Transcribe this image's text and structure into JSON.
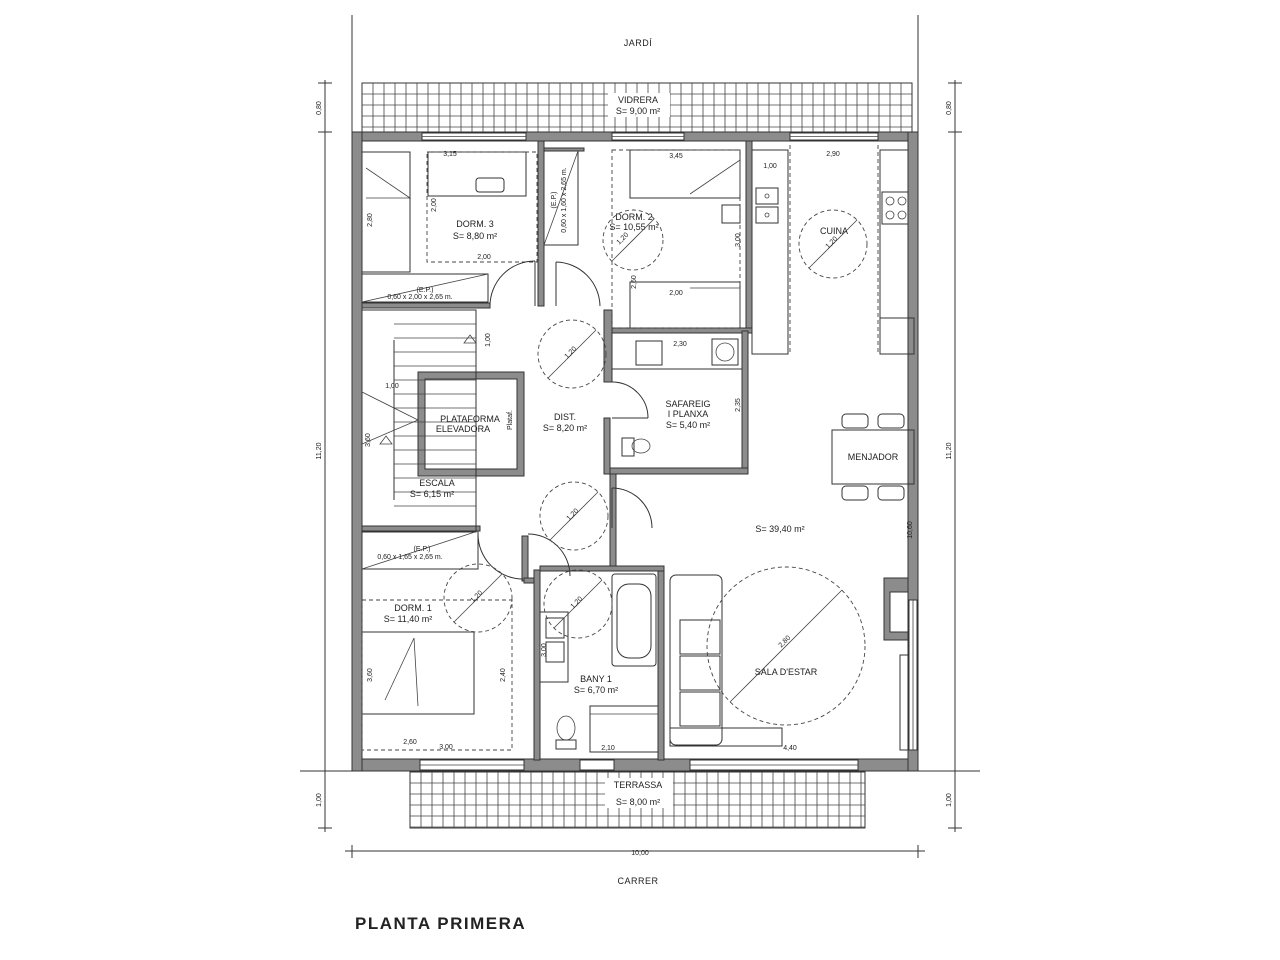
{
  "plan_title": "PLANTA  PRIMERA",
  "exterior": {
    "garden": "JARDÍ",
    "street": "CARRER"
  },
  "spaces": {
    "pergola": {
      "name": "VIDRERA",
      "area": "S= 9,00  m²"
    },
    "terrace": {
      "name": "TERRASSA",
      "area": "S= 8,00  m²"
    },
    "dorm3": {
      "name": "DORM. 3",
      "area": "S= 8,80  m²"
    },
    "dorm2": {
      "name": "DORM. 2",
      "area": "S= 10,55  m²"
    },
    "dorm1": {
      "name": "DORM. 1",
      "area": "S= 11,40  m²"
    },
    "kitchen": {
      "name": "CUINA"
    },
    "dining": {
      "name": "MENJADOR"
    },
    "living_area": {
      "area": "S= 39,40  m²"
    },
    "living": {
      "name": "SALA D'ESTAR"
    },
    "distributor": {
      "name": "DIST.",
      "area": "S= 8,20  m²"
    },
    "laundry": {
      "line1": "SAFAREIG",
      "line2": "I PLANXA",
      "area": "S= 5,40  m²"
    },
    "platform": {
      "line1": "PLATAFORMA",
      "line2": "ELEVADORA"
    },
    "stair": {
      "name": "ESCALA",
      "area": "S= 6,15  m²"
    },
    "bath1": {
      "name": "BANY  1",
      "area": "S= 6,70  m²"
    }
  },
  "wardrobes": {
    "top": {
      "tag": "(E.P.)",
      "size": "0,60 x 2,00 x 2,65 m."
    },
    "dorm2": {
      "tag": "(E.P.)",
      "size": "0,60 x 1,60 x 2,65 m."
    },
    "bottom": {
      "tag": "(E.P.)",
      "size": "0,60 x 1,65 x 2,65 m."
    }
  },
  "platform_side_label": "Plataf.",
  "turning_circles": {
    "d120": "1,20",
    "d280": "2,80"
  },
  "dimensions": {
    "width_total": "10,00",
    "height_total": "11,20",
    "pergola_depth_left": "0,80",
    "pergola_depth_right": "0,80",
    "terrace_depth_left": "1,00",
    "terrace_depth_right": "1,00",
    "d3_width": "3,15",
    "d3_height": "2,80",
    "d3_bed_len": "2,00",
    "d3_inner_w": "2,00",
    "d2_width": "3,45",
    "d2_height": "3,00",
    "d2_inner_h": "2,60",
    "d2_bed_w": "2,00",
    "k_width": "2,90",
    "k_small": "1,00",
    "stair_landing": "1,00",
    "stair_width": "1,00",
    "stair_run": "3,60",
    "laundry_w": "2,30",
    "laundry_h": "2,35",
    "living_h": "10,60",
    "d1_height": "3,60",
    "d1_bed_len": "2,40",
    "d1_width1": "2,60",
    "d1_width2": "3,00",
    "bath_h": "3,00",
    "bath_shower_w": "2,10",
    "living_w": "4,40"
  }
}
